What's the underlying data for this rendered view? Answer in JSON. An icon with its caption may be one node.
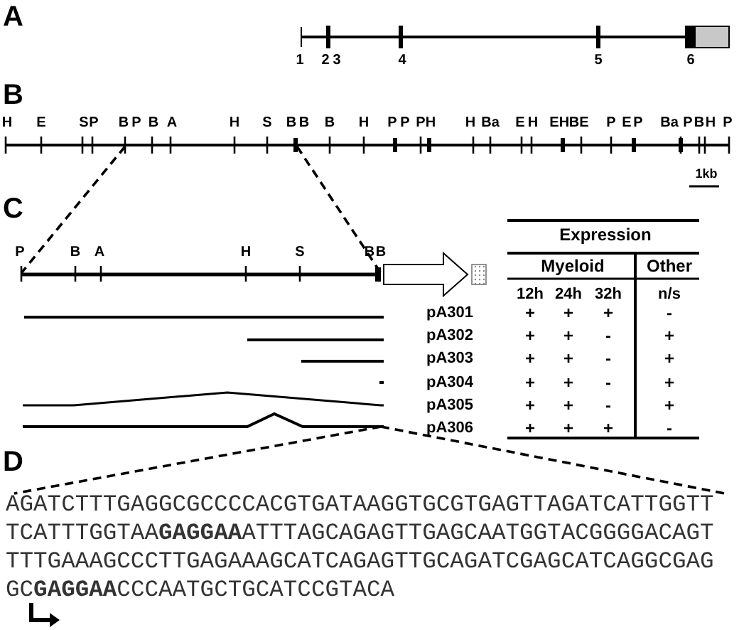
{
  "diagram": {
    "labels": [
      "A",
      "1",
      "2",
      "3",
      "4",
      "5",
      "6",
      "B",
      "H",
      "E",
      "S",
      "P",
      "B",
      "P",
      "B",
      "A",
      "H",
      "S",
      "B",
      "B",
      "B",
      "H",
      "P",
      "P",
      "P",
      "H",
      "H",
      "Ba",
      "E",
      "H",
      "E",
      "H",
      "B",
      "E",
      "P",
      "E",
      "P",
      "Ba",
      "P",
      "B",
      "H",
      "P",
      "1kb",
      "C",
      "P",
      "B",
      "A",
      "H",
      "S",
      "B",
      "B",
      "Expression",
      "Myeloid",
      "Other",
      "12h",
      "24h",
      "32h",
      "n/s",
      "pA301",
      "+",
      "+",
      "+",
      "-",
      "pA302",
      "+",
      "+",
      "-",
      "+",
      "pA303",
      "+",
      "+",
      "-",
      "+",
      "pA304",
      "+",
      "+",
      "-",
      "+",
      "pA305",
      "+",
      "+",
      "-",
      "+",
      "pA306",
      "+",
      "+",
      "+",
      "-",
      "D",
      "AGATCTTTGAGGCGCCCCACGTGATAAGGTGCGTGAGTTAGATCATTGGTT",
      "TCATTTGGTAA**GAGGAA**ATTTAGCAGAGTTGAGCAATGGTACGGGGACAGT",
      "TTTGAAAGCCCTTGAGAAAGCATCAGAGTTGCAGATCGAGCATCAGGCGAG",
      "GC**GAGGAA**CCCAATGCTGCATCCGTACA"
    ]
  }
}
